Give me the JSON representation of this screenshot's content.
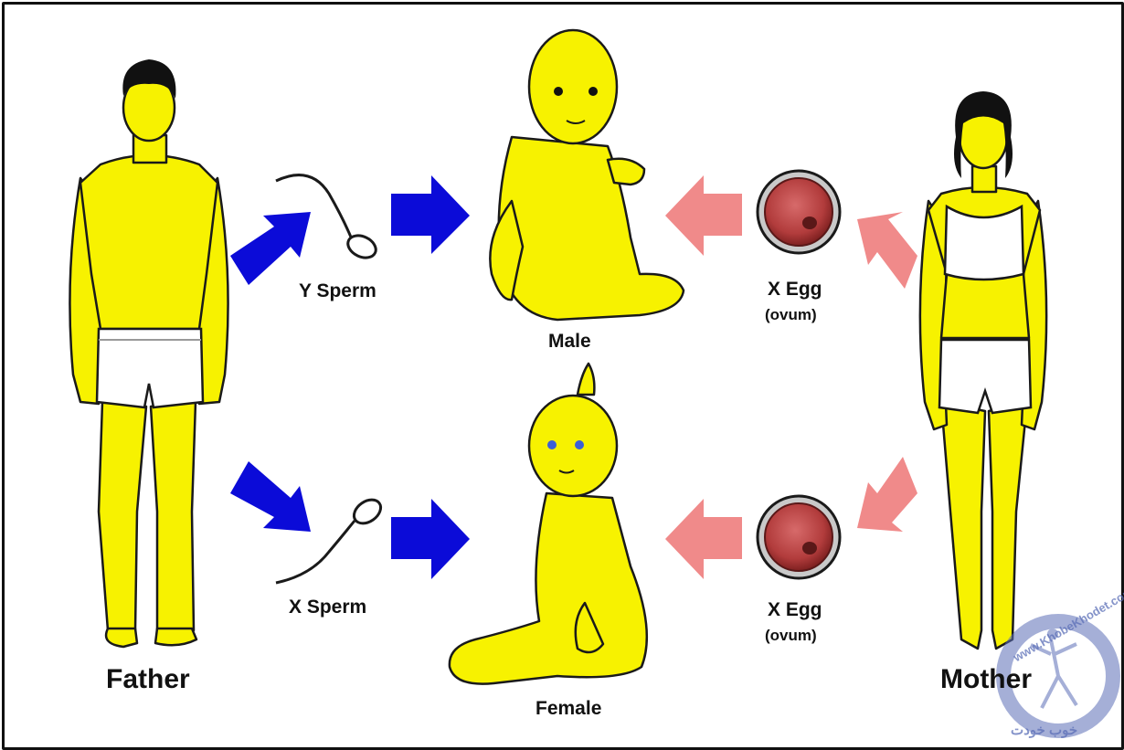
{
  "labels": {
    "father": "Father",
    "mother": "Mother",
    "y_sperm": "Y Sperm",
    "x_sperm": "X Sperm",
    "male": "Male",
    "female": "Female",
    "x_egg_top": "X Egg",
    "x_egg_top_sub": "(ovum)",
    "x_egg_bottom": "X Egg",
    "x_egg_bottom_sub": "(ovum)"
  },
  "watermark": {
    "text_latin": "www.KhobeKhodet.com",
    "text_persian": "خوب خودت"
  },
  "colors": {
    "skin": "#f7f200",
    "outline": "#1a1a1a",
    "sperm_arrow": "#0b0bd8",
    "egg_arrow": "#f08a8a",
    "egg_fill": "#b23c3c",
    "egg_ring": "#c9c9c9",
    "watermark": "#5c6fb8"
  },
  "icons": [
    "sperm-icon",
    "egg-icon",
    "arrow-icon"
  ]
}
